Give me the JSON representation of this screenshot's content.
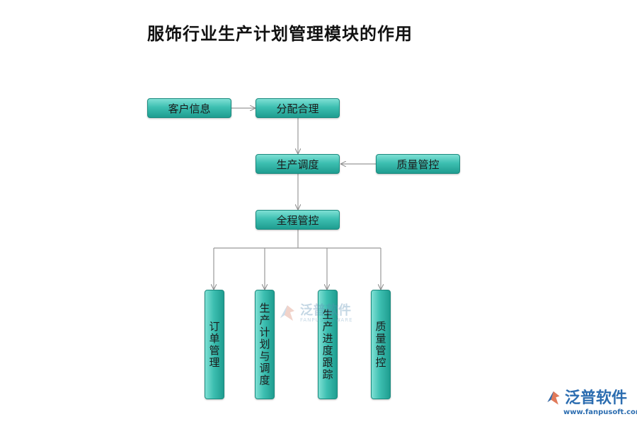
{
  "title": "服饰行业生产计划管理模块的作用",
  "nodes": {
    "customer_info": "客户信息",
    "allocation": "分配合理",
    "production_dispatch": "生产调度",
    "quality_control_top": "质量管控",
    "full_process_control": "全程管控",
    "order_management": "订单管理",
    "plan_and_dispatch": "生产计划与调度",
    "progress_tracking": "生产进度跟踪",
    "quality_control_bottom": "质量管控"
  },
  "watermark": {
    "text": "泛普软件",
    "sub": "FANPUSOFTWARE"
  },
  "logo": {
    "text": "泛普软件",
    "url": "www.fanpusoft.com"
  },
  "colors": {
    "node_fill": "#3dbfb1",
    "edge": "#888888",
    "logo": "#2c6db0"
  }
}
